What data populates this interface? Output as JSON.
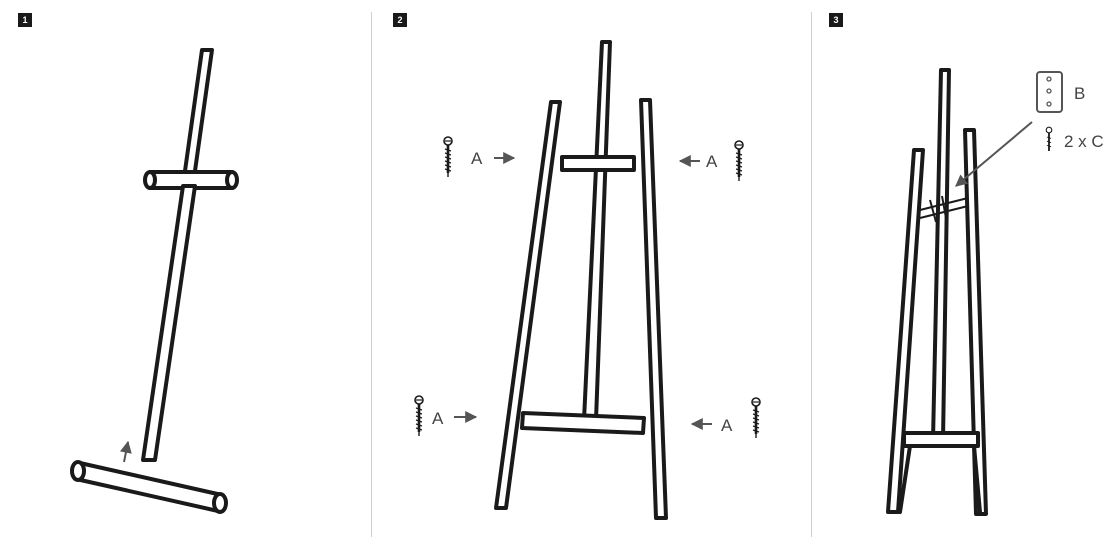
{
  "steps": [
    {
      "number": "1"
    },
    {
      "number": "2"
    },
    {
      "number": "3"
    }
  ],
  "labels": {
    "screw_a": "A",
    "bracket_b": "B",
    "screws_c": "2 x C"
  },
  "colors": {
    "line": "#1a1a1a",
    "annotation": "#555555",
    "divider": "#cfcfcf"
  }
}
